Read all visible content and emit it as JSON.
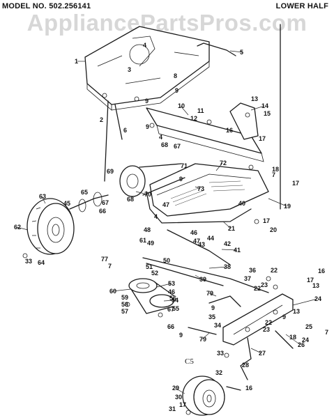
{
  "header": {
    "model": "MODEL NO. 502.256141",
    "section": "LOWER HALF"
  },
  "watermark": "AppliancePartsPros.com",
  "diagram_code": "C5",
  "callouts": [
    {
      "id": "1",
      "label": "1"
    },
    {
      "id": "2",
      "label": "2"
    },
    {
      "id": "3",
      "label": "3"
    },
    {
      "id": "4a",
      "label": "4"
    },
    {
      "id": "4b",
      "label": "4"
    },
    {
      "id": "4c",
      "label": "4"
    },
    {
      "id": "5",
      "label": "5"
    },
    {
      "id": "6",
      "label": "6"
    },
    {
      "id": "7a",
      "label": "7"
    },
    {
      "id": "7b",
      "label": "7"
    },
    {
      "id": "7c",
      "label": "7"
    },
    {
      "id": "8",
      "label": "8"
    },
    {
      "id": "9a",
      "label": "9"
    },
    {
      "id": "9b",
      "label": "9"
    },
    {
      "id": "9c",
      "label": "9"
    },
    {
      "id": "9d",
      "label": "9"
    },
    {
      "id": "9e",
      "label": "9"
    },
    {
      "id": "9f",
      "label": "9"
    },
    {
      "id": "9g",
      "label": "9"
    },
    {
      "id": "10",
      "label": "10"
    },
    {
      "id": "11",
      "label": "11"
    },
    {
      "id": "12",
      "label": "12"
    },
    {
      "id": "13a",
      "label": "13"
    },
    {
      "id": "13b",
      "label": "13"
    },
    {
      "id": "13c",
      "label": "13"
    },
    {
      "id": "14",
      "label": "14"
    },
    {
      "id": "15",
      "label": "15"
    },
    {
      "id": "16a",
      "label": "16"
    },
    {
      "id": "16b",
      "label": "16"
    },
    {
      "id": "16c",
      "label": "16"
    },
    {
      "id": "17a",
      "label": "17"
    },
    {
      "id": "17b",
      "label": "17"
    },
    {
      "id": "17c",
      "label": "17"
    },
    {
      "id": "17d",
      "label": "17"
    },
    {
      "id": "17e",
      "label": "17"
    },
    {
      "id": "18a",
      "label": "18"
    },
    {
      "id": "18b",
      "label": "18"
    },
    {
      "id": "19",
      "label": "19"
    },
    {
      "id": "20",
      "label": "20"
    },
    {
      "id": "21",
      "label": "21"
    },
    {
      "id": "22a",
      "label": "22"
    },
    {
      "id": "22b",
      "label": "22"
    },
    {
      "id": "22c",
      "label": "22"
    },
    {
      "id": "23a",
      "label": "23"
    },
    {
      "id": "23b",
      "label": "23"
    },
    {
      "id": "24a",
      "label": "24"
    },
    {
      "id": "24b",
      "label": "24"
    },
    {
      "id": "25",
      "label": "25"
    },
    {
      "id": "26",
      "label": "26"
    },
    {
      "id": "27",
      "label": "27"
    },
    {
      "id": "28",
      "label": "28"
    },
    {
      "id": "29",
      "label": "29"
    },
    {
      "id": "30",
      "label": "30"
    },
    {
      "id": "31",
      "label": "31"
    },
    {
      "id": "32",
      "label": "32"
    },
    {
      "id": "33a",
      "label": "33"
    },
    {
      "id": "33b",
      "label": "33"
    },
    {
      "id": "34",
      "label": "34"
    },
    {
      "id": "35",
      "label": "35"
    },
    {
      "id": "36",
      "label": "36"
    },
    {
      "id": "37",
      "label": "37"
    },
    {
      "id": "38",
      "label": "38"
    },
    {
      "id": "39",
      "label": "39"
    },
    {
      "id": "40",
      "label": "40"
    },
    {
      "id": "41",
      "label": "41"
    },
    {
      "id": "42",
      "label": "42"
    },
    {
      "id": "43",
      "label": "43"
    },
    {
      "id": "44",
      "label": "44"
    },
    {
      "id": "45",
      "label": "45"
    },
    {
      "id": "46a",
      "label": "46"
    },
    {
      "id": "46b",
      "label": "46"
    },
    {
      "id": "47a",
      "label": "47"
    },
    {
      "id": "47b",
      "label": "47"
    },
    {
      "id": "48",
      "label": "48"
    },
    {
      "id": "49",
      "label": "49"
    },
    {
      "id": "50",
      "label": "50"
    },
    {
      "id": "51",
      "label": "51"
    },
    {
      "id": "52",
      "label": "52"
    },
    {
      "id": "53",
      "label": "53"
    },
    {
      "id": "54",
      "label": "54"
    },
    {
      "id": "55",
      "label": "55"
    },
    {
      "id": "56",
      "label": "56"
    },
    {
      "id": "57",
      "label": "57"
    },
    {
      "id": "58",
      "label": "58"
    },
    {
      "id": "59",
      "label": "59"
    },
    {
      "id": "60",
      "label": "60"
    },
    {
      "id": "61",
      "label": "61"
    },
    {
      "id": "62",
      "label": "62"
    },
    {
      "id": "63",
      "label": "63"
    },
    {
      "id": "64",
      "label": "64"
    },
    {
      "id": "65",
      "label": "65"
    },
    {
      "id": "66a",
      "label": "66"
    },
    {
      "id": "66b",
      "label": "66"
    },
    {
      "id": "67a",
      "label": "67"
    },
    {
      "id": "67b",
      "label": "67"
    },
    {
      "id": "67c",
      "label": "67"
    },
    {
      "id": "68a",
      "label": "68"
    },
    {
      "id": "68b",
      "label": "68"
    },
    {
      "id": "69",
      "label": "69"
    },
    {
      "id": "70",
      "label": "70"
    },
    {
      "id": "71",
      "label": "71"
    },
    {
      "id": "72",
      "label": "72"
    },
    {
      "id": "73",
      "label": "73"
    },
    {
      "id": "77",
      "label": "77"
    },
    {
      "id": "79a",
      "label": "79"
    },
    {
      "id": "79b",
      "label": "79"
    }
  ]
}
